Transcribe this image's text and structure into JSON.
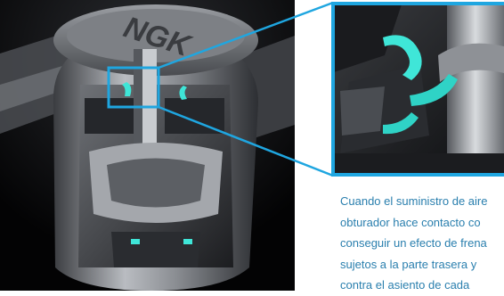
{
  "figure": {
    "brand_logo_text": "NGK",
    "accent_color": "#1fa6e0",
    "highlight_color": "#3fe6d8",
    "caption_color": "#2a7fae"
  },
  "caption": {
    "lines": [
      "Cuando el suministro de aire",
      "obturador hace contacto co",
      "conseguir un efecto de frena",
      "sujetos a la parte trasera y",
      "contra el asiento de cada"
    ]
  }
}
